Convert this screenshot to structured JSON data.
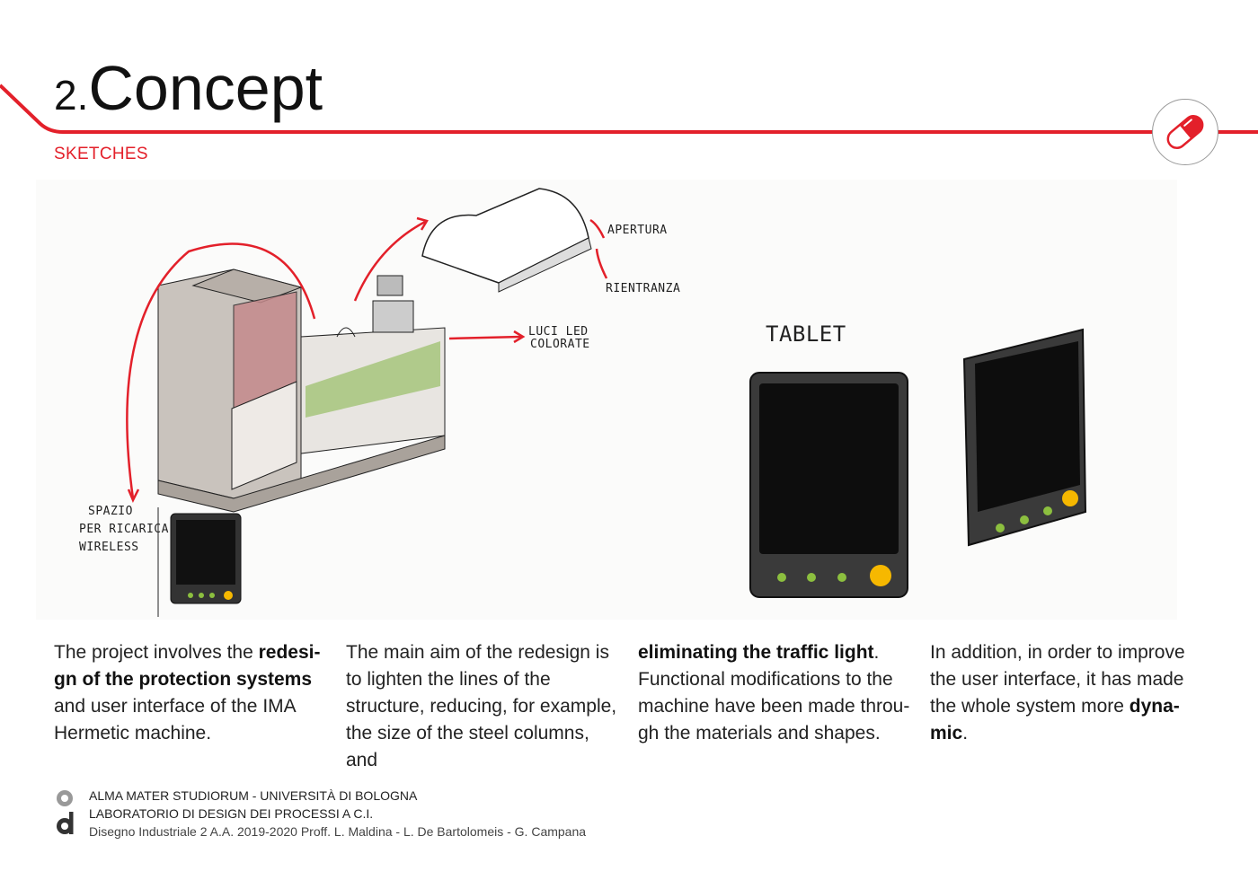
{
  "header": {
    "number": "2.",
    "title": "Concept",
    "subtitle": "SKETCHES",
    "icon": "pill-icon",
    "accent_color": "#e3202a"
  },
  "sketch": {
    "labels": {
      "apertura": "APERTURA",
      "rientranza": "RIENTRANZA",
      "luci_led_1": "LUCI LED",
      "luci_led_2": "COLORATE",
      "spazio_1": "SPAZIO",
      "spazio_2": "PER RICARICA",
      "spazio_3": "WIRELESS",
      "tablet": "TABLET"
    }
  },
  "columns": [
    {
      "t1": "The project involves the ",
      "b1": "redesi-",
      "b2": "gn of the protection systems",
      "t2": "and user interface of the IMA Hermetic machine."
    },
    {
      "t1": "The main aim of the redesign is to lighten the lines of the structure, reducing, for example, the size of the steel columns, and"
    },
    {
      "b1": "eliminating the traffic light",
      "t1": ".",
      "t2": "Functional modifications to the machine have been made throu-gh the materials and shapes."
    },
    {
      "t1": "In addition, in order to improve the user interface, it has made the whole system more ",
      "b1": "dyna-",
      "b2": "mic",
      "t2": "."
    }
  ],
  "footer": {
    "line1": "ALMA MATER STUDIORUM - UNIVERSITÀ DI BOLOGNA",
    "line2": "LABORATORIO DI DESIGN DEI PROCESSI A C.I.",
    "line3": "Disegno Industriale 2 A.A. 2019-2020 Proff. L. Maldina - L. De Bartolomeis - G. Campana"
  }
}
